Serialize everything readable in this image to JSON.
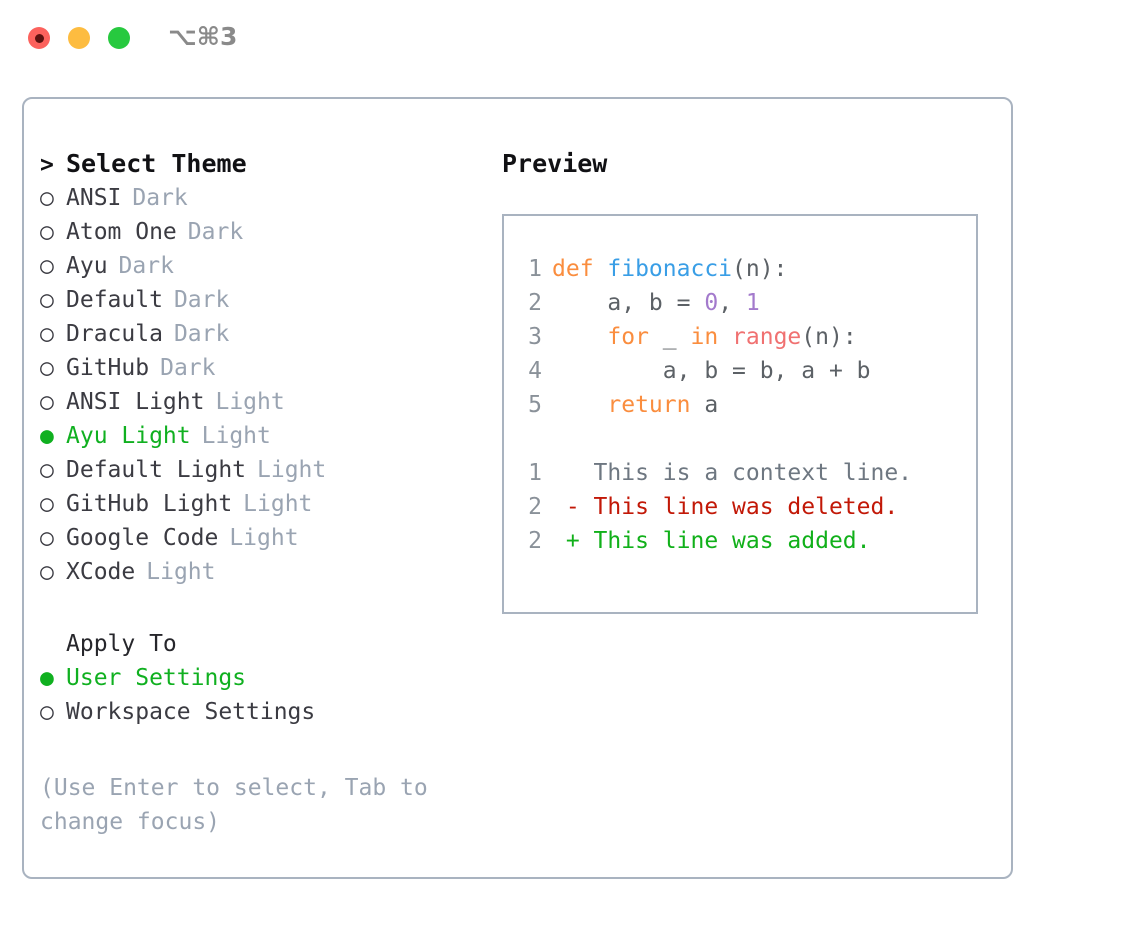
{
  "window": {
    "shortcut": "⌥⌘3",
    "traffic_lights": [
      {
        "name": "close",
        "color": "#FC625D"
      },
      {
        "name": "minimize",
        "color": "#FDBC40"
      },
      {
        "name": "maximize",
        "color": "#27C93F"
      }
    ]
  },
  "theme_picker": {
    "header": {
      "marker": ">",
      "title": "Select Theme"
    },
    "markers": {
      "unselected": "○",
      "selected": "●"
    },
    "items": [
      {
        "marker": "○",
        "label": "ANSI",
        "tag": "Dark",
        "selected": false
      },
      {
        "marker": "○",
        "label": "Atom One",
        "tag": "Dark",
        "selected": false
      },
      {
        "marker": "○",
        "label": "Ayu",
        "tag": "Dark",
        "selected": false
      },
      {
        "marker": "○",
        "label": "Default",
        "tag": "Dark",
        "selected": false
      },
      {
        "marker": "○",
        "label": "Dracula",
        "tag": "Dark",
        "selected": false
      },
      {
        "marker": "○",
        "label": "GitHub",
        "tag": "Dark",
        "selected": false
      },
      {
        "marker": "○",
        "label": "ANSI Light",
        "tag": "Light",
        "selected": false
      },
      {
        "marker": "●",
        "label": "Ayu Light",
        "tag": "Light",
        "selected": true
      },
      {
        "marker": "○",
        "label": "Default Light",
        "tag": "Light",
        "selected": false
      },
      {
        "marker": "○",
        "label": "GitHub Light",
        "tag": "Light",
        "selected": false
      },
      {
        "marker": "○",
        "label": "Google Code",
        "tag": "Light",
        "selected": false
      },
      {
        "marker": "○",
        "label": "XCode",
        "tag": "Light",
        "selected": false
      }
    ]
  },
  "apply_to": {
    "title": "Apply To",
    "options": [
      {
        "marker": "●",
        "label": "User Settings",
        "selected": true
      },
      {
        "marker": "○",
        "label": "Workspace Settings",
        "selected": false
      }
    ]
  },
  "hint": "(Use Enter to select, Tab to change focus)",
  "preview": {
    "title": "Preview",
    "code_lines": [
      {
        "number": "1",
        "tokens": [
          {
            "text": "def ",
            "type": "keyword"
          },
          {
            "text": "fibonacci",
            "type": "function"
          },
          {
            "text": "(n):",
            "type": "plain"
          }
        ]
      },
      {
        "number": "2",
        "tokens": [
          {
            "text": "    a, b = ",
            "type": "plain"
          },
          {
            "text": "0",
            "type": "number"
          },
          {
            "text": ", ",
            "type": "plain"
          },
          {
            "text": "1",
            "type": "number"
          }
        ]
      },
      {
        "number": "3",
        "tokens": [
          {
            "text": "    ",
            "type": "plain"
          },
          {
            "text": "for",
            "type": "keyword"
          },
          {
            "text": " _ ",
            "type": "plain"
          },
          {
            "text": "in",
            "type": "keyword"
          },
          {
            "text": " ",
            "type": "plain"
          },
          {
            "text": "range",
            "type": "call"
          },
          {
            "text": "(n):",
            "type": "plain"
          }
        ]
      },
      {
        "number": "4",
        "tokens": [
          {
            "text": "        a, b = b, a + b",
            "type": "plain"
          }
        ]
      },
      {
        "number": "5",
        "tokens": [
          {
            "text": "    ",
            "type": "plain"
          },
          {
            "text": "return",
            "type": "keyword"
          },
          {
            "text": " a",
            "type": "plain"
          }
        ]
      }
    ],
    "diff_lines": [
      {
        "number": "1",
        "text": "   This is a context line.",
        "type": "context"
      },
      {
        "number": "2",
        "text": " - This line was deleted.",
        "type": "deleted"
      },
      {
        "number": "2",
        "text": " + This line was added.",
        "type": "added"
      }
    ]
  },
  "colors": {
    "accent_green": "#10B020",
    "border": "#A9B3C0",
    "muted": "#9AA4B2",
    "keyword": "#FA8D3E",
    "function": "#399EE6",
    "number": "#A37ACC",
    "call": "#F07171",
    "plain": "#5C6166",
    "diff_deleted": "#C21807",
    "diff_added": "#11B01A"
  }
}
